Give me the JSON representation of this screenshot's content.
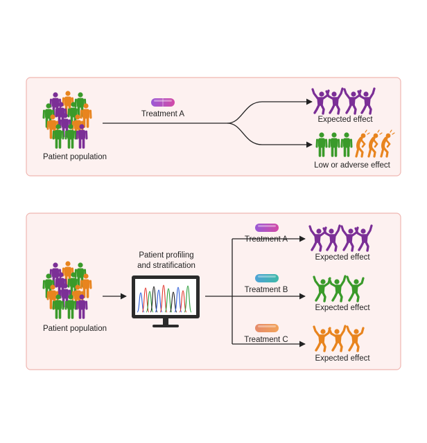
{
  "colors": {
    "panel_fill": "#fdf1f0",
    "panel_border": "#f0b6b1",
    "arrow": "#222222",
    "purple": "#7b2f96",
    "green": "#3a9a2a",
    "orange": "#e8841e",
    "pill_a": [
      "#9a5ad6",
      "#d24aa6"
    ],
    "pill_b": [
      "#4ea3d6",
      "#3fb8a8"
    ],
    "pill_c": [
      "#e58a6a",
      "#f2a259"
    ],
    "monitor_frame": "#2b2b2b",
    "trace_colors": [
      "#2a5bd7",
      "#e0342b",
      "#2a9d3a",
      "#1b1b1b"
    ]
  },
  "icons": {
    "person": "person-icon",
    "pill": "pill-icon",
    "monitor": "monitor-icon",
    "chromatogram": "chromatogram-icon",
    "arrow": "arrow-icon"
  },
  "panel_top": {
    "population_label": "Patient population",
    "treatment_label": "Treatment A",
    "outcome_upper": "Expected effect",
    "outcome_lower": "Low or adverse effect"
  },
  "panel_bottom": {
    "population_label": "Patient population",
    "profiling_label_line1": "Patient profiling",
    "profiling_label_line2": "and stratification",
    "treatments": [
      {
        "label": "Treatment A",
        "outcome": "Expected effect"
      },
      {
        "label": "Treatment B",
        "outcome": "Expected effect"
      },
      {
        "label": "Treatment C",
        "outcome": "Expected effect"
      }
    ]
  }
}
